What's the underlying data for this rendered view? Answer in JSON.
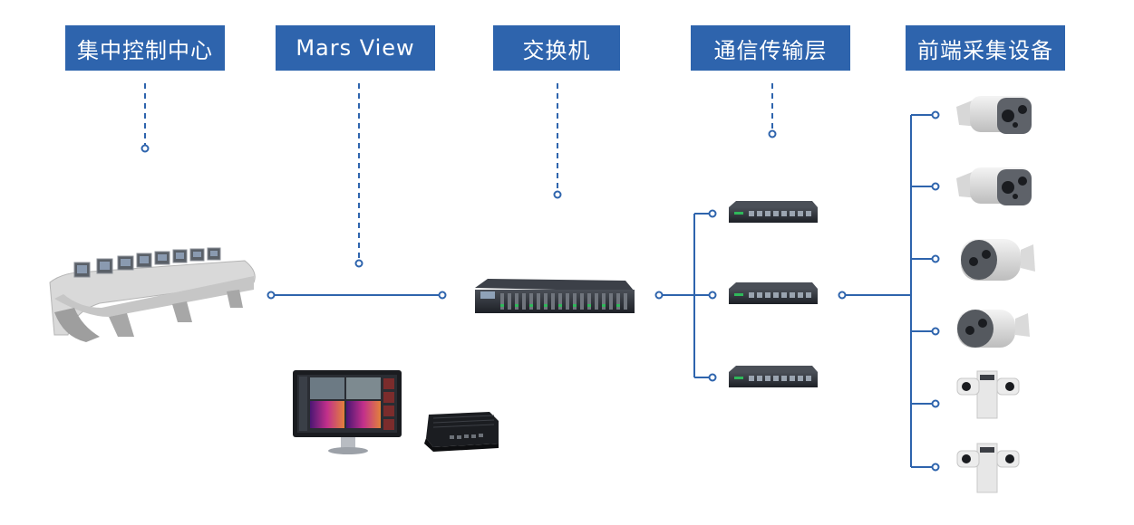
{
  "headers": {
    "control_center": "集中控制中心",
    "mars_view": "Mars View",
    "switch": "交换机",
    "transport_layer": "通信传输层",
    "front_end": "前端采集设备"
  },
  "colors": {
    "header_bg": "#2e64ad",
    "header_text": "#ffffff",
    "line": "#2e64ad"
  },
  "icons": {
    "control_center": "control-console-icon",
    "mars_view": "monitor-and-edge-box-icon",
    "switch": "rack-switch-icon",
    "transport": "network-switch-icon",
    "cameras": "thermal-camera-icon"
  }
}
